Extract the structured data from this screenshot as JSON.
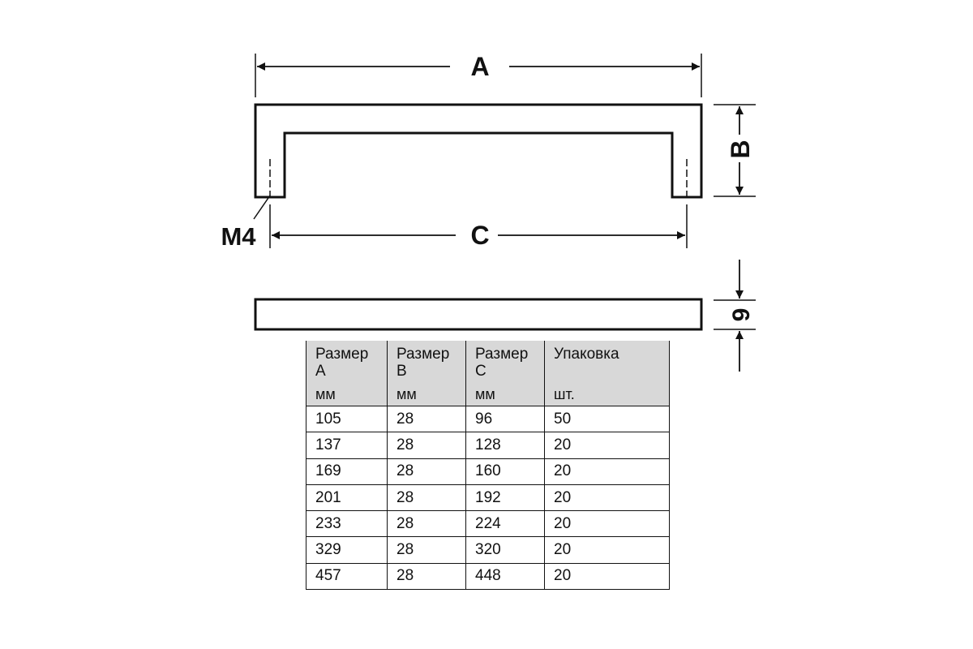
{
  "dimensions": {
    "a_label": "A",
    "b_label": "B",
    "c_label": "C",
    "thickness_label": "9",
    "thread_label": "M4"
  },
  "table": {
    "columns": [
      {
        "line1": "Размер",
        "line2": "A",
        "unit": "мм"
      },
      {
        "line1": "Размер",
        "line2": "B",
        "unit": "мм"
      },
      {
        "line1": "Размер",
        "line2": "C",
        "unit": "мм"
      },
      {
        "line1": "Упаковка",
        "line2": "",
        "unit": "шт."
      }
    ],
    "rows": [
      [
        "105",
        "28",
        "96",
        "50"
      ],
      [
        "137",
        "28",
        "128",
        "20"
      ],
      [
        "169",
        "28",
        "160",
        "20"
      ],
      [
        "201",
        "28",
        "192",
        "20"
      ],
      [
        "233",
        "28",
        "224",
        "20"
      ],
      [
        "329",
        "28",
        "320",
        "20"
      ],
      [
        "457",
        "28",
        "448",
        "20"
      ]
    ]
  }
}
